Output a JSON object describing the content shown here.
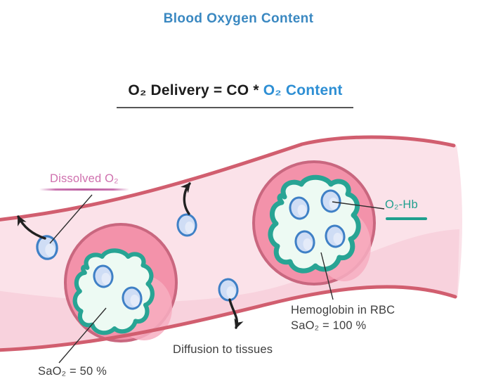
{
  "title": "Blood Oxygen Content",
  "formula": {
    "black_part": "O₂ Delivery = CO * ",
    "blue_part": "O₂ Content"
  },
  "labels": {
    "dissolved_o2": "Dissolved O₂",
    "o2_hb": "O₂-Hb",
    "hemoglobin_rbc": "Hemoglobin in RBC",
    "sao2_100": "SaO₂ = 100 %",
    "sao2_50": "SaO₂ = 50 %",
    "diffusion": "Diffusion to tissues"
  },
  "colors": {
    "title_blue": "#3a88c1",
    "formula_blue": "#2e8fd4",
    "dissolved_pink": "#cf70ae",
    "o2hb_teal": "#1f9f8e",
    "label_dark": "#3e3e3e",
    "vessel_fill": "#fbe2e9",
    "vessel_fill_shade": "#f8d2dd",
    "vessel_edge": "#d15e6f",
    "rbc_fill": "#f392aa",
    "rbc_rim": "#c9677f",
    "rbc_highlight": "#f7aec1",
    "hemoglobin_fill": "#edfaf3",
    "hemoglobin_outline": "#28a494",
    "o2_fill": "#cfddf5",
    "o2_outline": "#3f80c6",
    "arrow_black": "#212121"
  }
}
